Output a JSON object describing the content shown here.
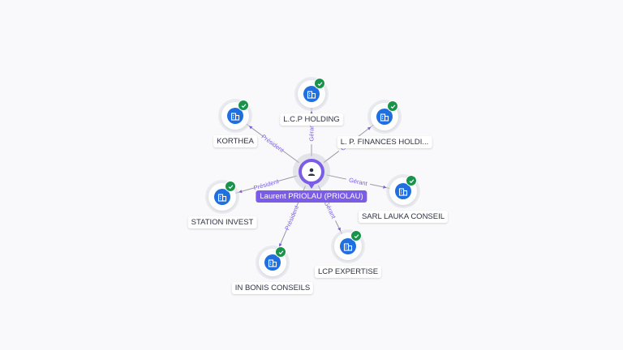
{
  "center": {
    "label": "Laurent PRIOLAU (PRIOLAU)",
    "icon": "person-icon",
    "color": "#7b5ce6"
  },
  "companies": [
    {
      "label": "L.C.P HOLDING",
      "icon": "building-icon",
      "verified": true,
      "relation": "Gérant"
    },
    {
      "label": "KORTHEA",
      "icon": "building-icon",
      "verified": true,
      "relation": "Président"
    },
    {
      "label": "L. P. FINANCES HOLDI...",
      "icon": "building-icon",
      "verified": true,
      "relation": "Gérant"
    },
    {
      "label": "SARL LAUKA CONSEIL",
      "icon": "building-icon",
      "verified": true,
      "relation": "Gérant"
    },
    {
      "label": "STATION INVEST",
      "icon": "building-icon",
      "verified": true,
      "relation": "Président"
    },
    {
      "label": "LCP EXPERTISE",
      "icon": "building-icon",
      "verified": true,
      "relation": "Gérant"
    },
    {
      "label": "IN BONIS CONSEILS",
      "icon": "building-icon",
      "verified": true,
      "relation": "Président"
    }
  ],
  "colors": {
    "company_icon": "#1f6fe0",
    "verified_badge": "#18944a",
    "relation_label": "#7b5ce6"
  }
}
